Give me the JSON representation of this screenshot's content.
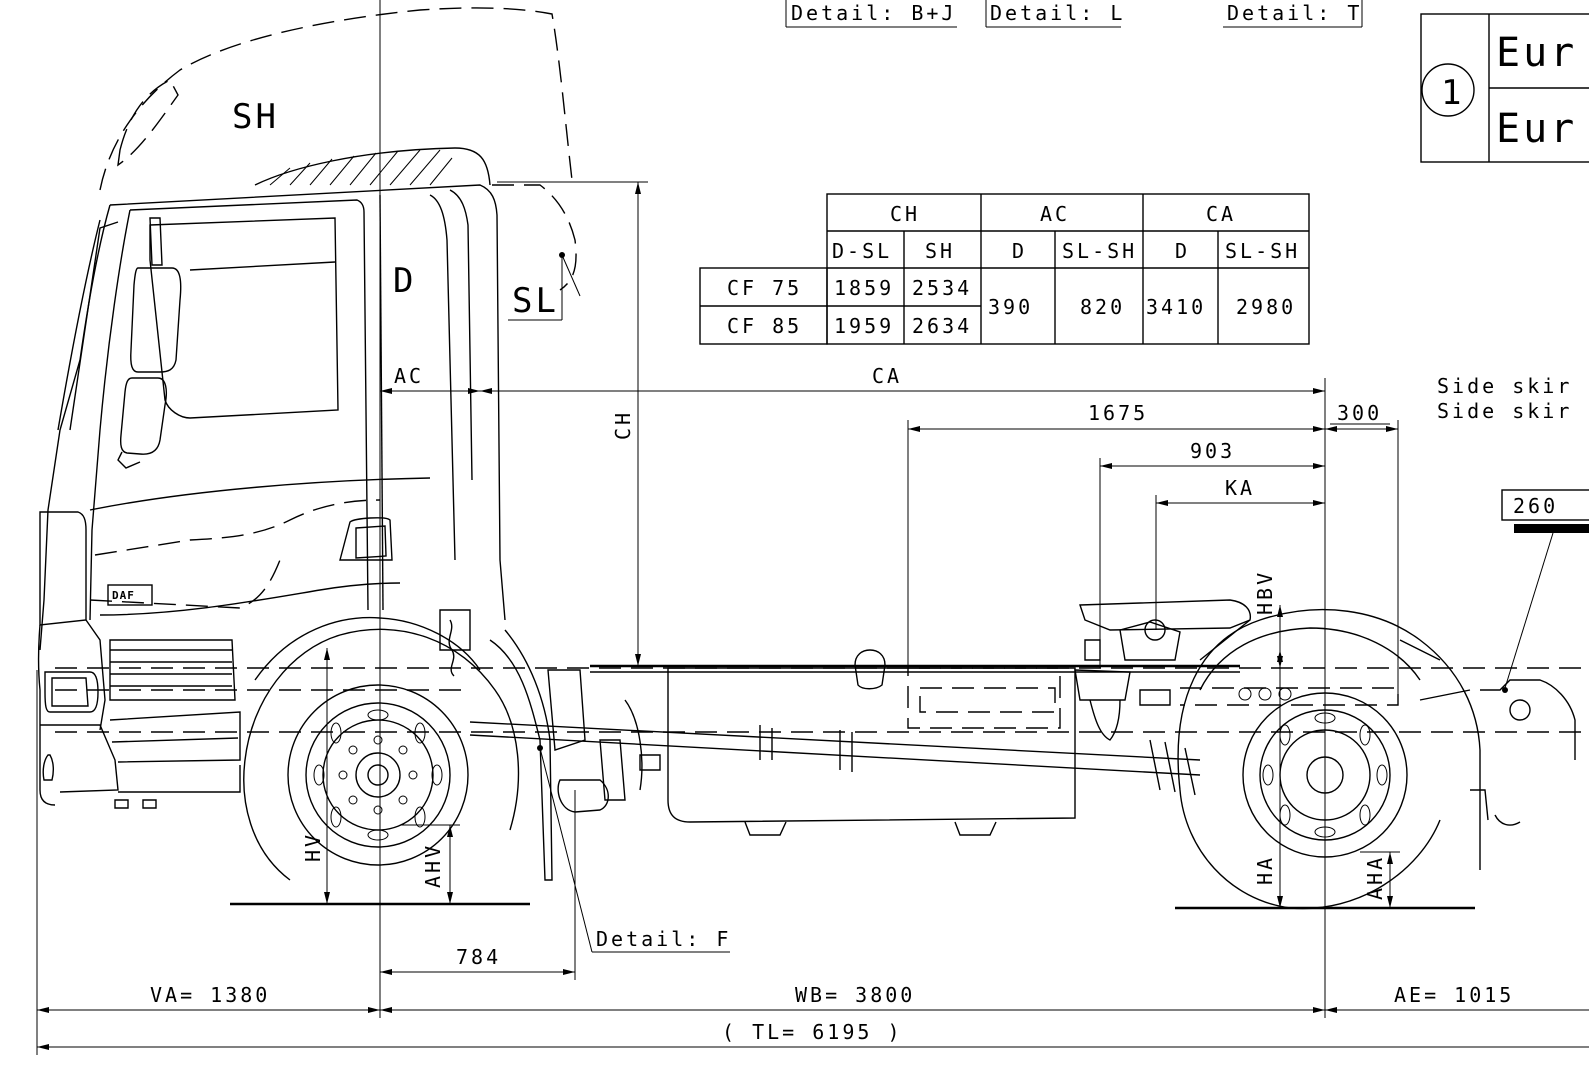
{
  "details": {
    "bj": "Detail: B+J",
    "l": "Detail: L",
    "t": "Detail: T",
    "f": "Detail: F"
  },
  "title_block": {
    "circle_number": "1",
    "row1": "Eur",
    "row2": "Eur"
  },
  "cab_labels": {
    "sh": "SH",
    "d": "D",
    "sl": "SL"
  },
  "table": {
    "headers": [
      "CH",
      "AC",
      "CA"
    ],
    "subheaders": [
      "D-SL",
      "SH",
      "D",
      "SL-SH",
      "D",
      "SL-SH"
    ],
    "rows": [
      {
        "model": "CF 75",
        "ch_dsl": "1859",
        "ch_sh": "2534"
      },
      {
        "model": "CF 85",
        "ch_dsl": "1959",
        "ch_sh": "2634"
      }
    ],
    "ac_d": "390",
    "ac_slsh": "820",
    "ca_d": "3410",
    "ca_slsh": "2980"
  },
  "side_skirt": {
    "line1": "Side skir",
    "line2": "Side skir"
  },
  "box_260": "260",
  "dimensions": {
    "ac": "AC",
    "ca": "CA",
    "ch": "CH",
    "d1675": "1675",
    "d300": "300",
    "d903": "903",
    "ka": "KA",
    "hbv": "HBV",
    "hv": "HV",
    "ahv": "AHV",
    "ha": "HA",
    "aha": "AHA",
    "d784": "784",
    "va": "VA= 1380",
    "wb": "WB= 3800",
    "ae": "AE= 1015",
    "tl": "( TL= 6195 )"
  },
  "badge": "DAF"
}
